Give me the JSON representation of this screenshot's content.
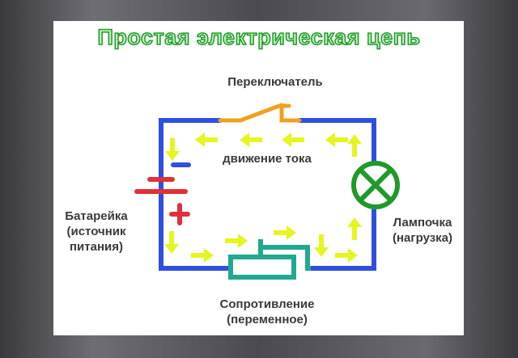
{
  "title": "Простая электрическая цепь",
  "labels": {
    "switch": "Переключатель",
    "current": "движение тока",
    "battery": [
      "Батарейка",
      "(источник",
      "питания)"
    ],
    "lamp": [
      "Лампочка",
      "(нагрузка)"
    ],
    "resistor": [
      "Сопротивление",
      "(переменное)"
    ]
  },
  "colors": {
    "wire": "#2f4fe0",
    "switch": "#f0a020",
    "battery": "#e0303a",
    "lamp": "#1f9a2a",
    "resistor": "#20a890",
    "arrow": "#e6f520"
  }
}
